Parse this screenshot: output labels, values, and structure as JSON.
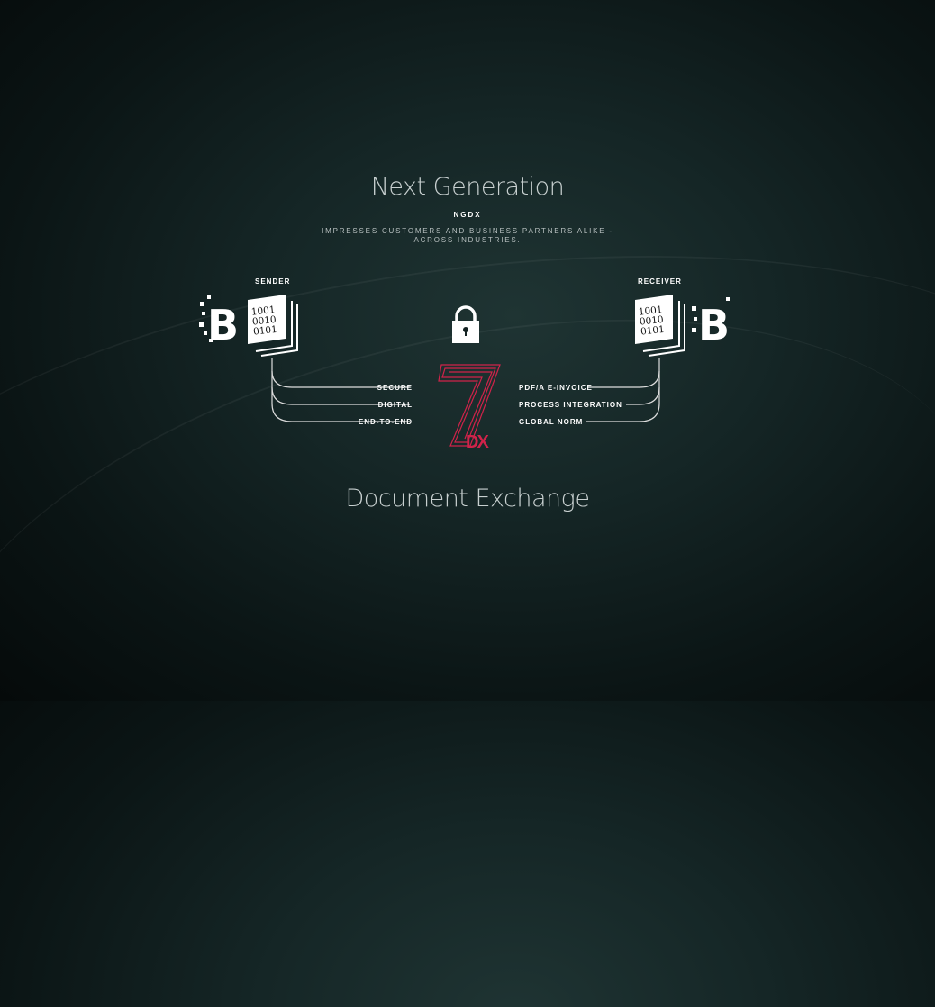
{
  "header": {
    "title": "Next Generation",
    "acronym": "NGDX",
    "tagline_line1": "IMPRESSES CUSTOMERS AND BUSINESS PARTNERS ALIKE -",
    "tagline_line2": "ACROSS INDUSTRIES."
  },
  "sender": {
    "label": "SENDER",
    "binary": [
      "1001",
      "0010",
      "0101"
    ],
    "features": [
      "SECURE",
      "DIGITAL",
      "END-TO-END"
    ]
  },
  "receiver": {
    "label": "RECEIVER",
    "binary": [
      "1001",
      "0010",
      "0101"
    ],
    "features": [
      "PDF/A E-INVOICE",
      "PROCESS INTEGRATION",
      "GLOBAL NORM"
    ]
  },
  "logo": {
    "number": "7",
    "text": "DX"
  },
  "footer": {
    "title": "Document Exchange"
  },
  "colors": {
    "accent": "#d0234a",
    "background": "#132222"
  }
}
